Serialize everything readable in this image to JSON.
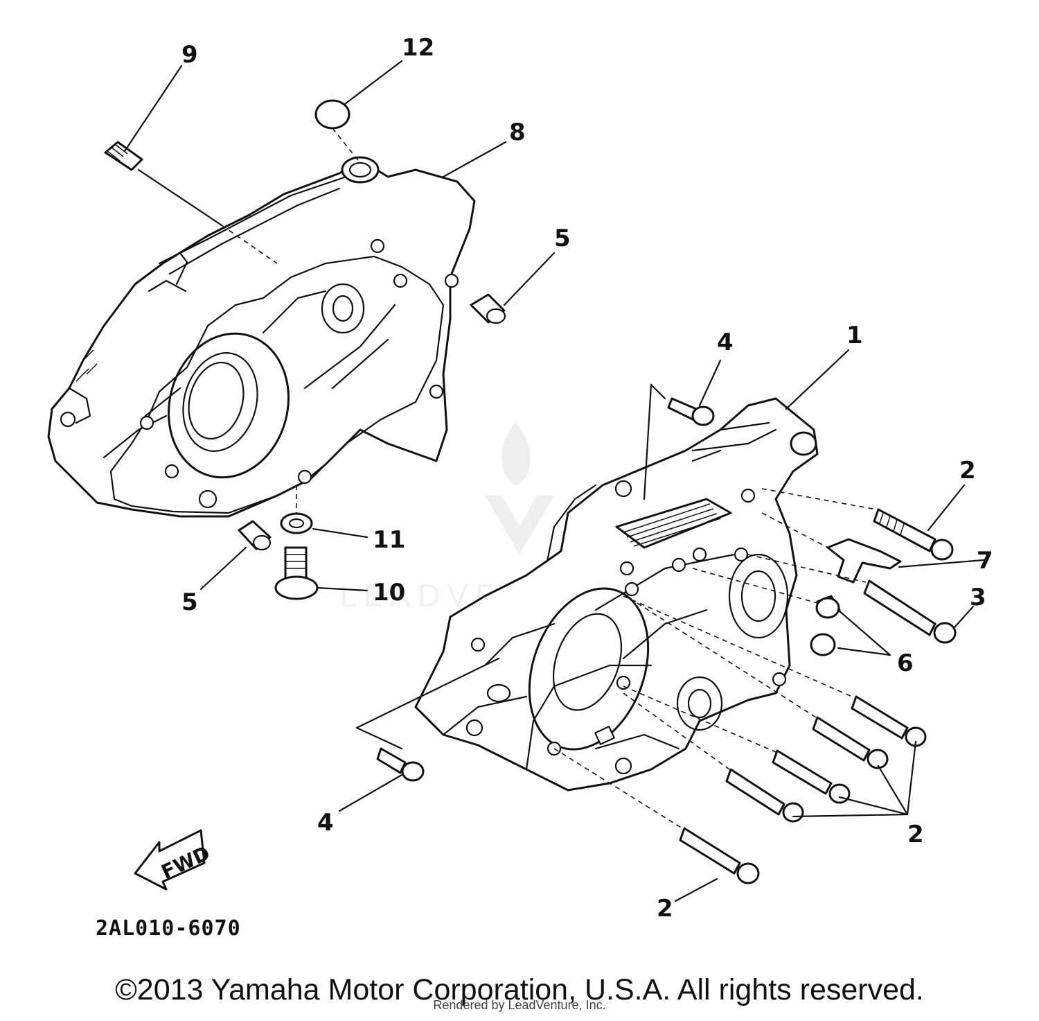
{
  "diagram": {
    "callouts": {
      "c1": "1",
      "c2a": "2",
      "c2b": "2",
      "c2c": "2",
      "c3": "3",
      "c4a": "4",
      "c4b": "4",
      "c5a": "5",
      "c5b": "5",
      "c6": "6",
      "c7": "7",
      "c8": "8",
      "c9": "9",
      "c10": "10",
      "c11": "11",
      "c12": "12"
    },
    "fwd_label": "FWD",
    "part_code": "2AL010-6070",
    "watermark": "LEADVENTURE"
  },
  "footer": {
    "copyright": "©2013 Yamaha Motor Corporation, U.S.A. All rights reserved.",
    "rendered_by": "Rendered by LeadVenture, Inc."
  }
}
